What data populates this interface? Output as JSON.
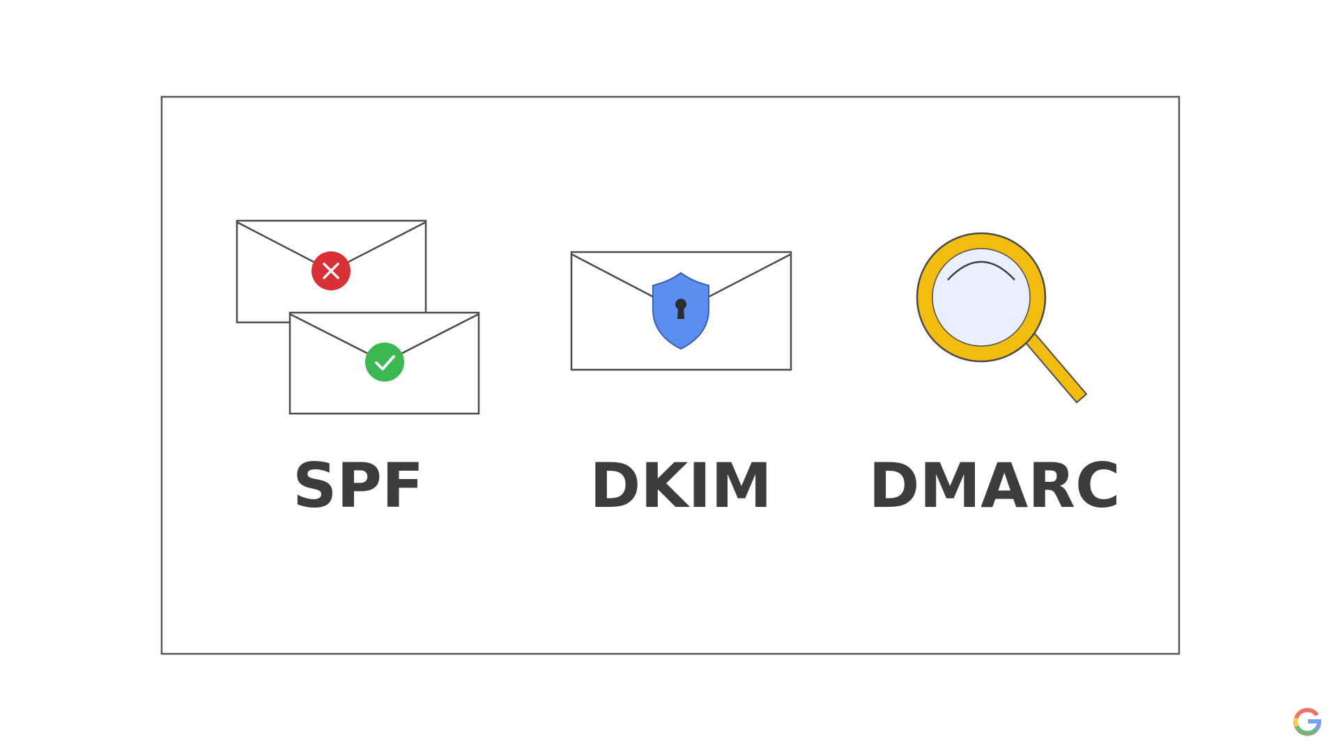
{
  "slide": {
    "items": [
      {
        "label": "SPF",
        "icon": "envelopes-pass-fail-icon"
      },
      {
        "label": "DKIM",
        "icon": "envelope-shield-lock-icon"
      },
      {
        "label": "DMARC",
        "icon": "magnifying-glass-icon"
      }
    ],
    "brand_logo": "google-g-logo"
  },
  "colors": {
    "fail": "#d93036",
    "pass": "#3cb853",
    "shield": "#5b8ef0",
    "magnifier": "#f2bd0f",
    "lens": "#e8effd",
    "text": "#3c3c3c"
  }
}
